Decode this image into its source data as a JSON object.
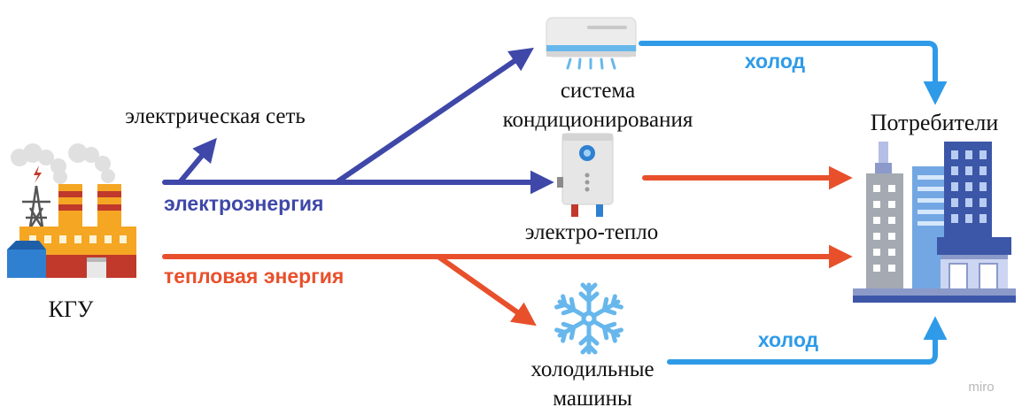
{
  "labels": {
    "source": "КГУ",
    "grid": "электрическая сеть",
    "electricity": "электроэнергия",
    "heat": "тепловая энергия",
    "ac_line1": "система",
    "ac_line2": "кондиционирования",
    "heater": "электро-тепло",
    "chillers_line1": "холодильные",
    "chillers_line2": "машины",
    "consumers": "Потребители",
    "cold_top": "холод",
    "cold_bottom": "холод",
    "watermark": "miro"
  },
  "icons": {
    "source": "factory-icon",
    "ac": "air-conditioner-icon",
    "heater": "water-heater-icon",
    "chillers": "snowflake-icon",
    "consumers": "city-buildings-icon"
  },
  "colors": {
    "electricity": "#3f48a8",
    "heat": "#e8502c",
    "cold": "#2f9be8"
  }
}
